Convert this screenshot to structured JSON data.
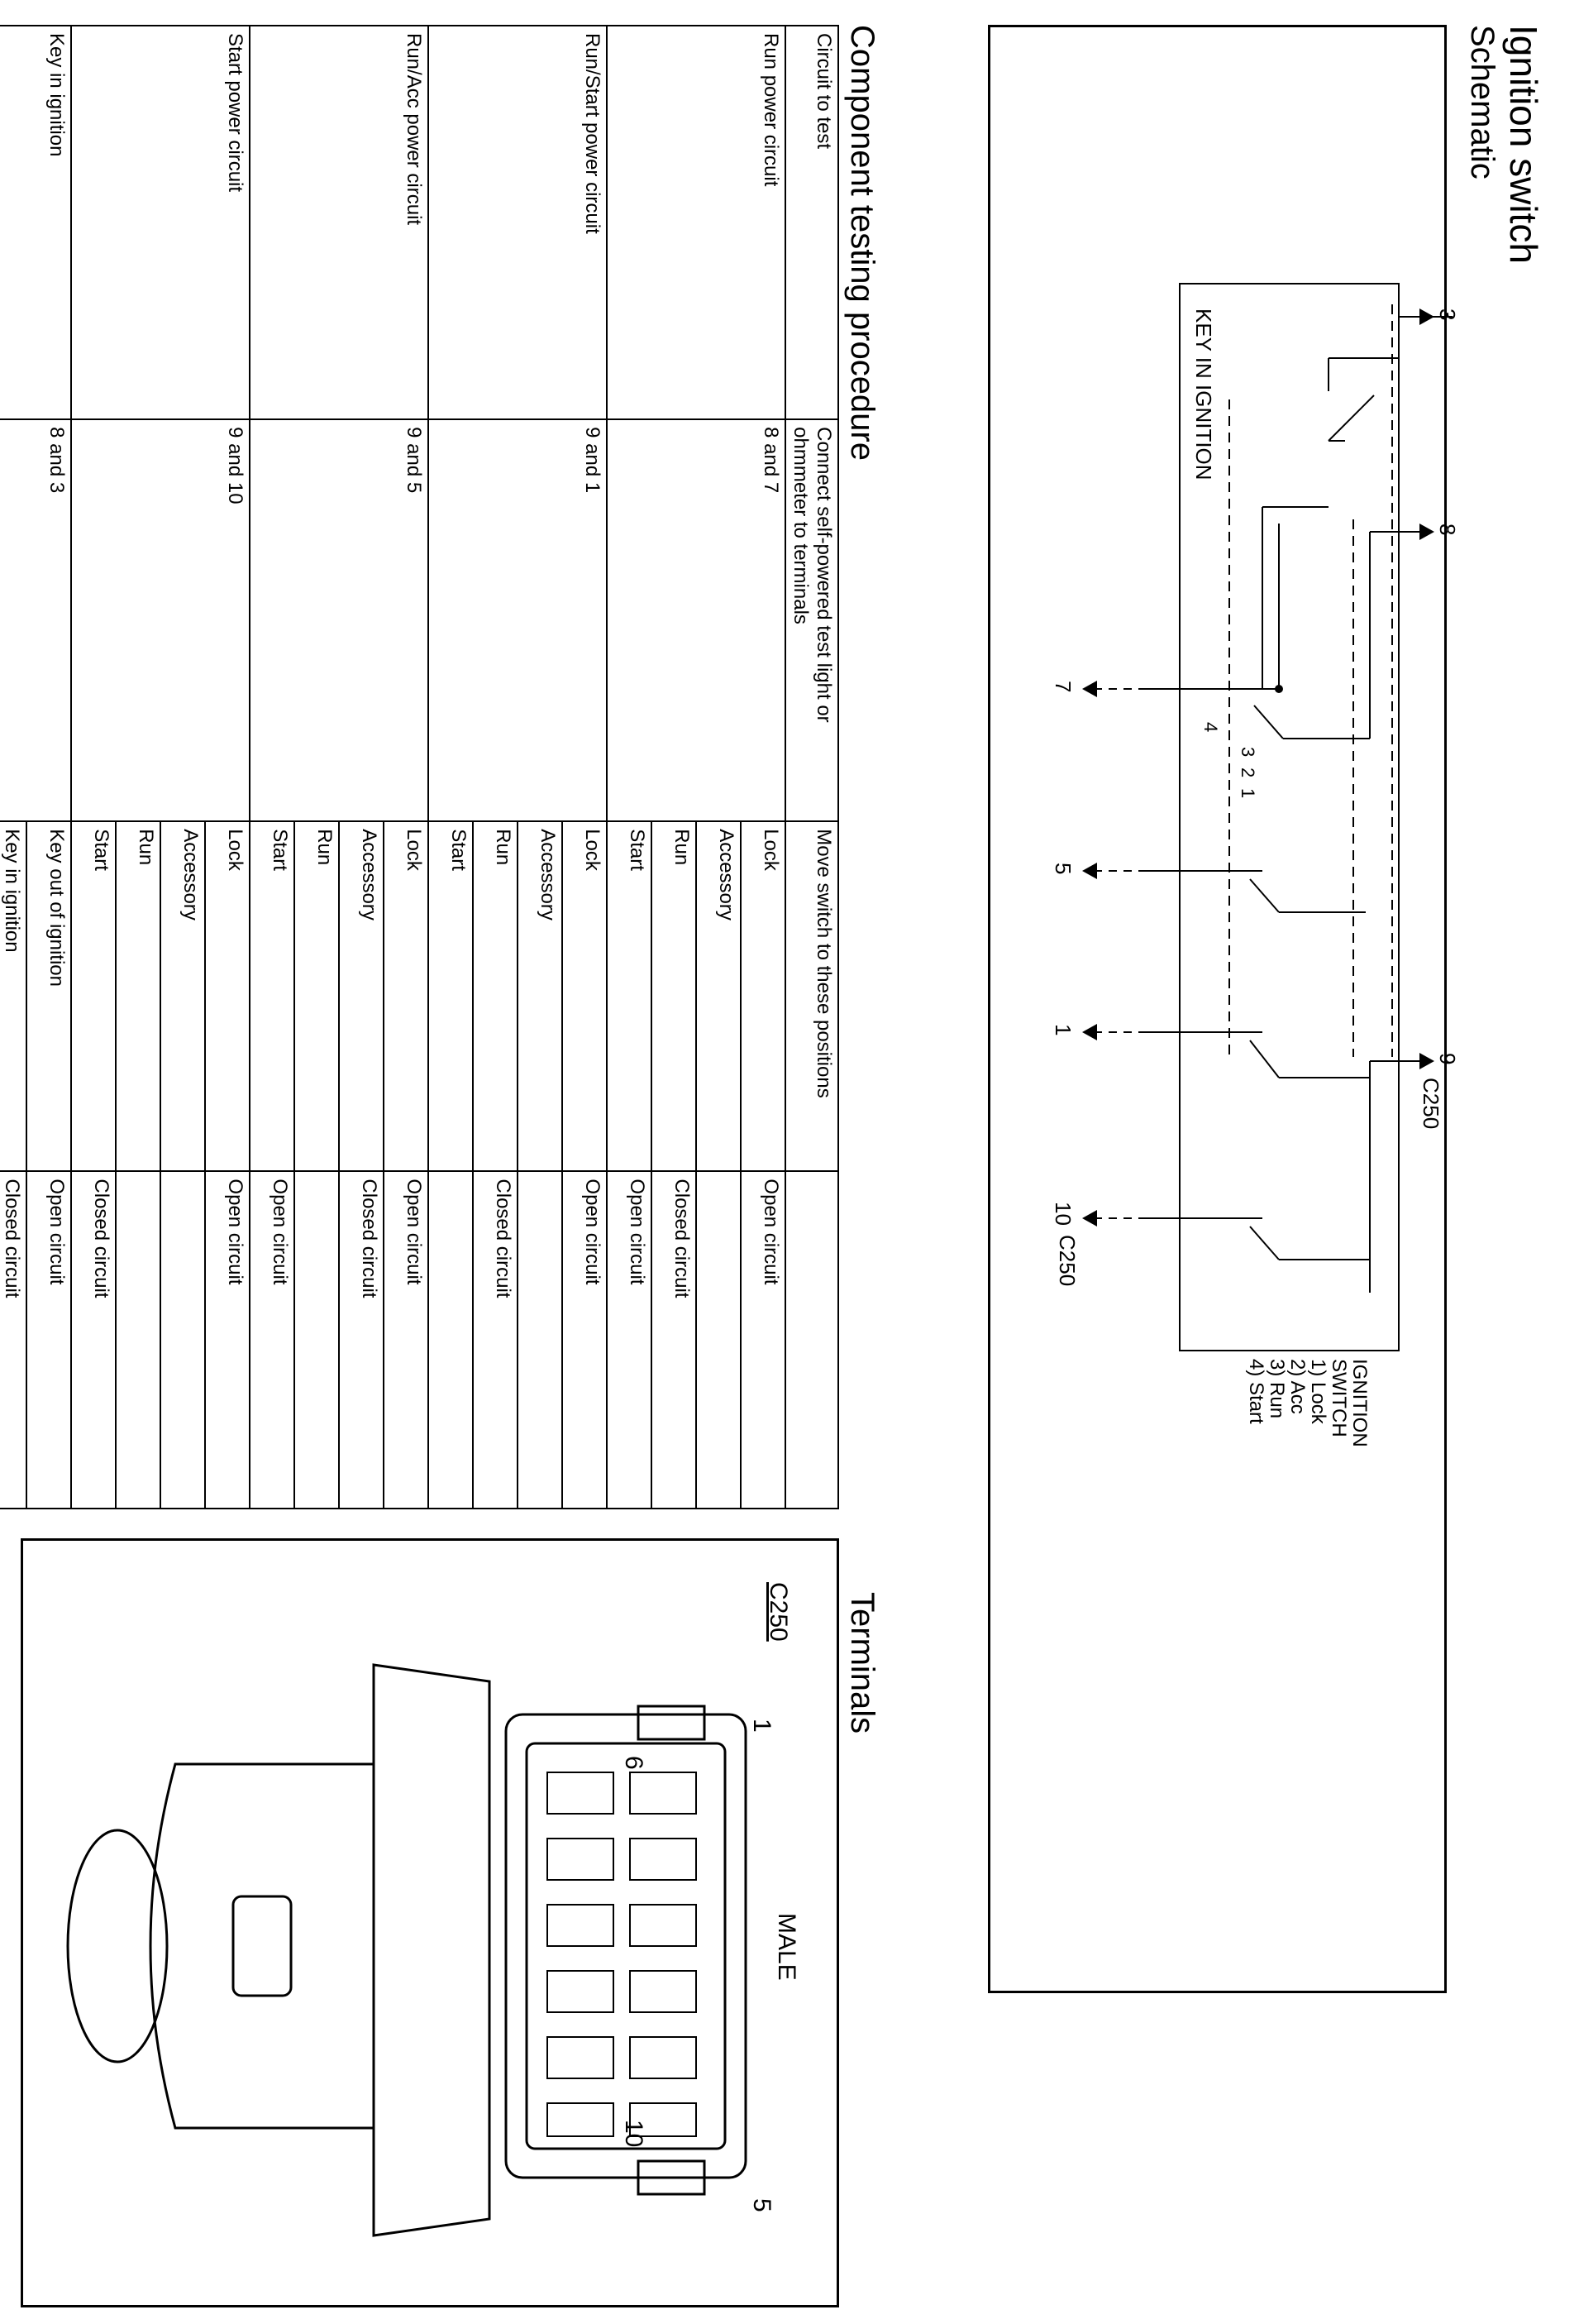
{
  "header": {
    "title": "Ignition switch",
    "schematic_heading": "Schematic"
  },
  "schematic": {
    "terminal_numbers": [
      "3",
      "8",
      "7",
      "5",
      "1",
      "9",
      "10"
    ],
    "connector_labels": [
      "C250",
      "C250"
    ],
    "key_label": "KEY IN IGNITION",
    "position_numbers": [
      "4",
      "3",
      "2",
      "1"
    ],
    "legend": [
      "IGNITION",
      "SWITCH",
      "1) Lock",
      "2) Acc",
      "3) Run",
      "4) Start"
    ]
  },
  "procedure": {
    "heading": "Component testing procedure",
    "columns": [
      "Circuit to test",
      "Connect self-powered test light or ohmmeter to terminals",
      "Move switch to these positions",
      ""
    ],
    "groups": [
      {
        "circuit": "Run power circuit",
        "terminals": "8 and 7",
        "rows": [
          {
            "position": "Lock",
            "result": "Open circuit"
          },
          {
            "position": "Accessory",
            "result": ""
          },
          {
            "position": "Run",
            "result": "Closed circuit"
          },
          {
            "position": "Start",
            "result": "Open circuit"
          }
        ]
      },
      {
        "circuit": "Run/Start power circuit",
        "terminals": "9 and 1",
        "rows": [
          {
            "position": "Lock",
            "result": "Open circuit"
          },
          {
            "position": "Accessory",
            "result": ""
          },
          {
            "position": "Run",
            "result": "Closed circuit"
          },
          {
            "position": "Start",
            "result": ""
          }
        ]
      },
      {
        "circuit": "Run/Acc power circuit",
        "terminals": "9 and 5",
        "rows": [
          {
            "position": "Lock",
            "result": "Open circuit"
          },
          {
            "position": "Accessory",
            "result": "Closed circuit"
          },
          {
            "position": "Run",
            "result": ""
          },
          {
            "position": "Start",
            "result": "Open circuit"
          }
        ]
      },
      {
        "circuit": "Start power circuit",
        "terminals": "9 and 10",
        "rows": [
          {
            "position": "Lock",
            "result": "Open circuit"
          },
          {
            "position": "Accessory",
            "result": ""
          },
          {
            "position": "Run",
            "result": ""
          },
          {
            "position": "Start",
            "result": "Closed circuit"
          }
        ]
      },
      {
        "circuit": "Key in ignition",
        "terminals": "8 and 3",
        "rows": [
          {
            "position": "Key out of ignition",
            "result": "Open circuit"
          },
          {
            "position": "Key in ignition",
            "result": "Closed circuit"
          }
        ]
      }
    ]
  },
  "terminals": {
    "heading": "Terminals",
    "connector": "C250",
    "pin_labels": [
      "1",
      "6",
      "10",
      "5"
    ],
    "gender": "MALE"
  }
}
